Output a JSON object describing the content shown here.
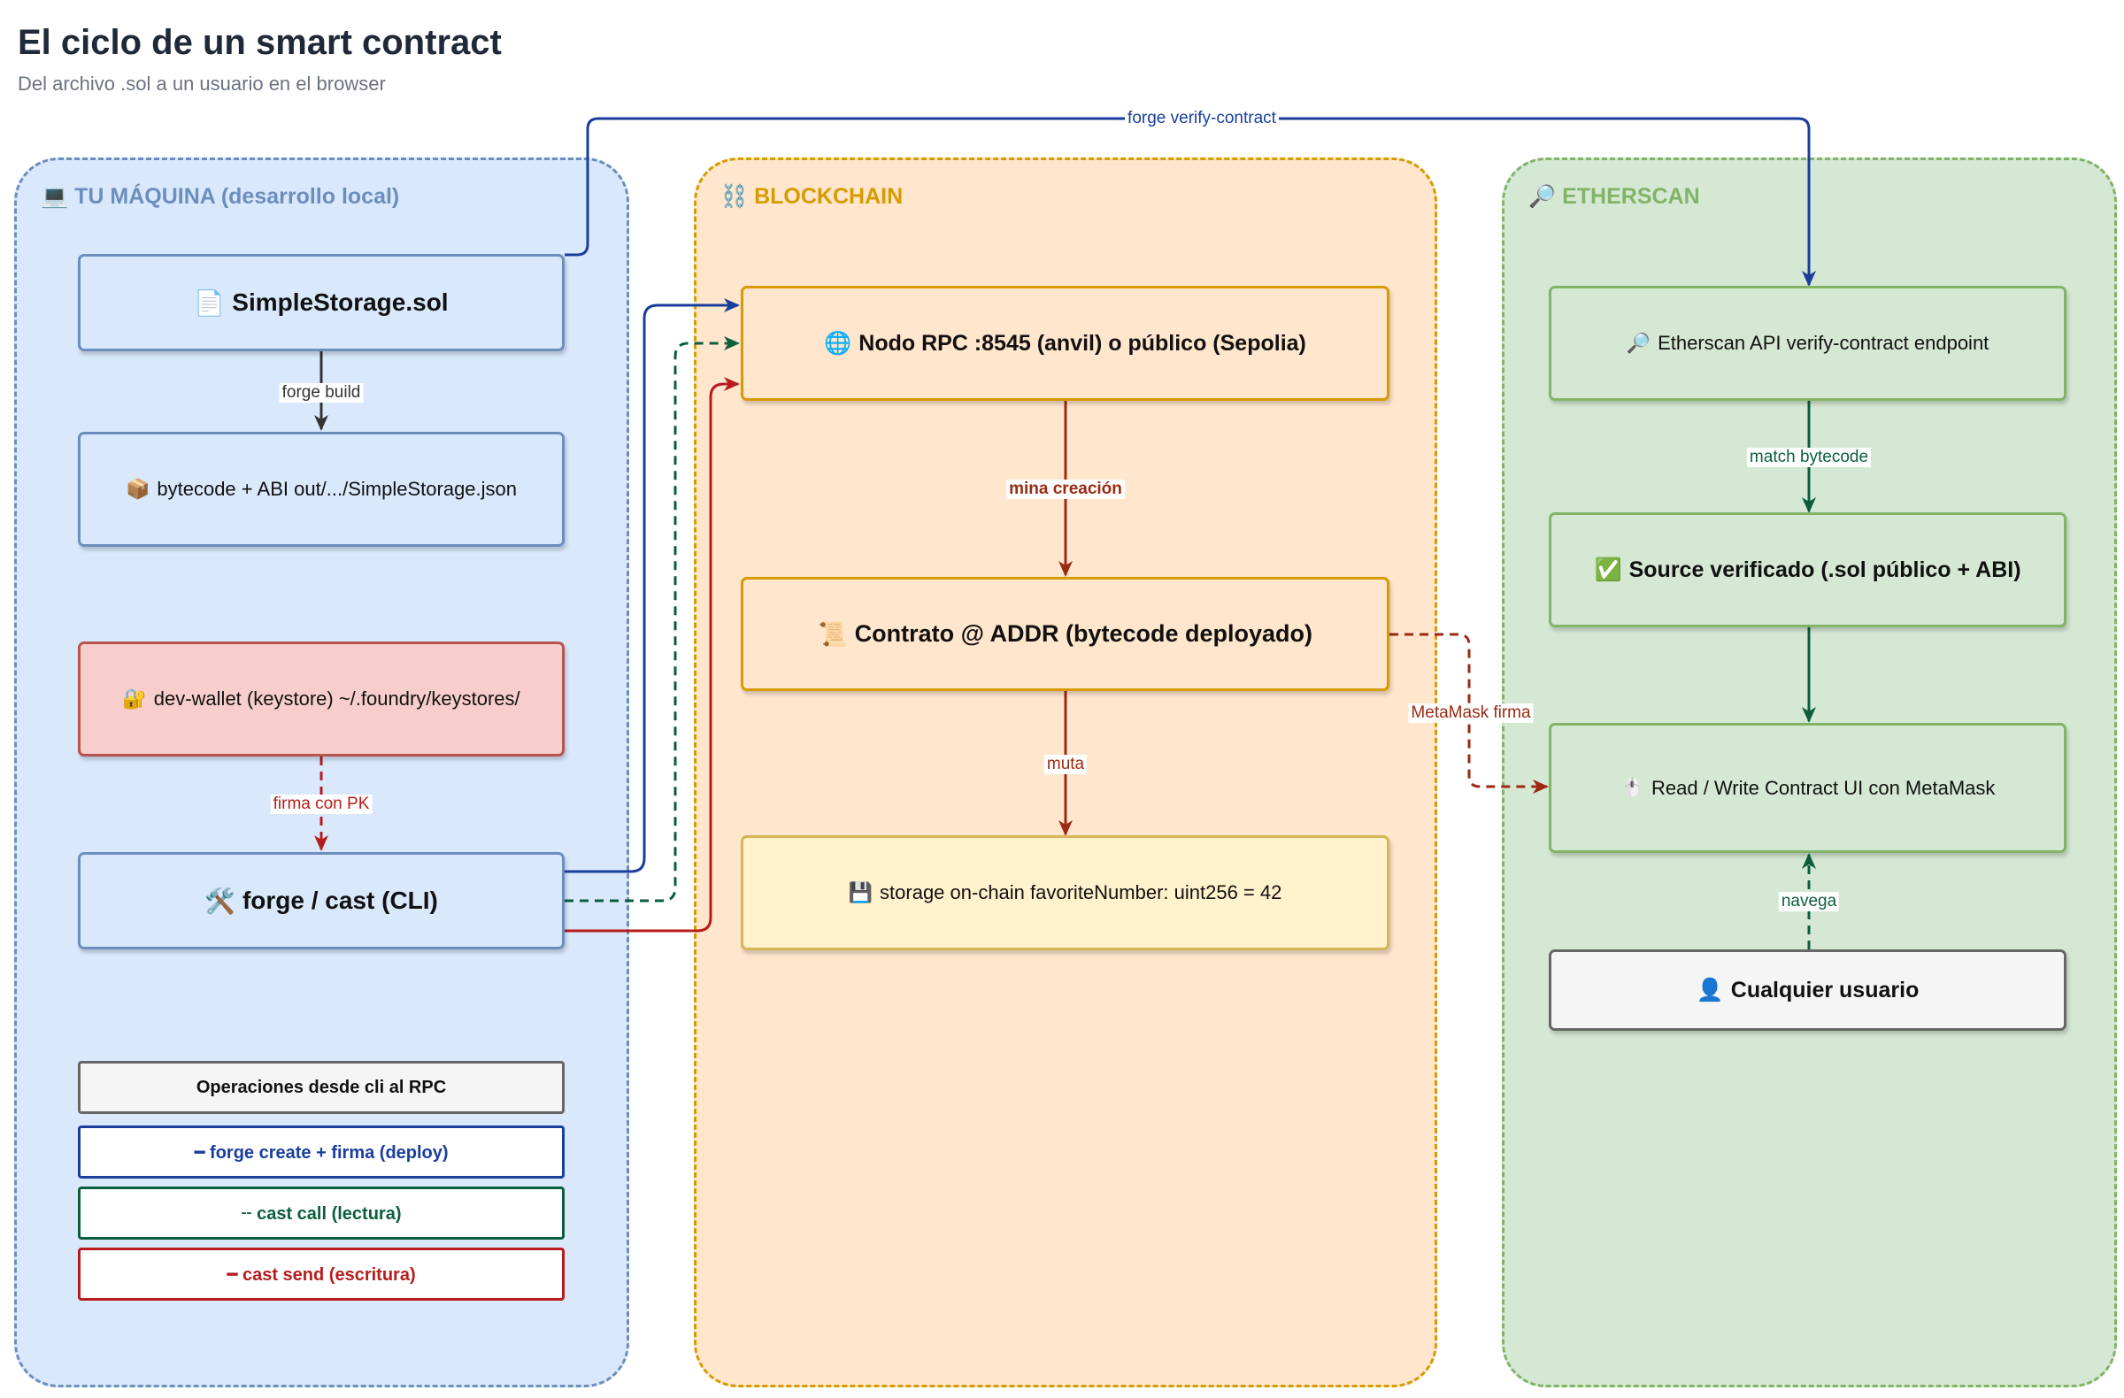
{
  "header": {
    "title": "El ciclo de un smart contract",
    "subtitle": "Del archivo .sol a un usuario en el browser"
  },
  "lanes": {
    "local": {
      "icon": "💻",
      "title": "TU MÁQUINA (desarrollo local)",
      "color": "#6c8ebf",
      "fill": "#dae8fc"
    },
    "chain": {
      "icon": "⛓️",
      "title": "BLOCKCHAIN",
      "color": "#d79b00",
      "fill": "#ffe6cc"
    },
    "scan": {
      "icon": "🔎",
      "title": "ETHERSCAN",
      "color": "#82b366",
      "fill": "#d5e8d4"
    }
  },
  "nodes": {
    "sol": {
      "icon": "📄",
      "text": "SimpleStorage.sol"
    },
    "bytecode": {
      "icon": "📦",
      "text": "bytecode + ABI out/.../SimpleStorage.json"
    },
    "wallet": {
      "icon": "🔐",
      "text": "dev-wallet (keystore) ~/.foundry/keystores/"
    },
    "cli": {
      "icon": "🛠️",
      "text": "forge / cast (CLI)"
    },
    "rpc": {
      "icon": "🌐",
      "text": "Nodo RPC :8545 (anvil) o público (Sepolia)"
    },
    "contract": {
      "icon": "📜",
      "text": "Contrato @ ADDR (bytecode deployado)"
    },
    "storage": {
      "icon": "💾",
      "text": "storage on-chain favoriteNumber: uint256 = 42"
    },
    "api": {
      "icon": "🔎",
      "text": "Etherscan API verify-contract endpoint"
    },
    "verified": {
      "icon": "✅",
      "text": "Source verificado (.sol público + ABI)"
    },
    "ui": {
      "icon": "🖱️",
      "text": "Read / Write Contract UI con MetaMask"
    },
    "user": {
      "icon": "👤",
      "text": "Cualquier usuario"
    }
  },
  "legend": {
    "title": "Operaciones desde cli al RPC",
    "items": [
      {
        "text": "━ forge create + firma (deploy)",
        "color": "#1a3e9c"
      },
      {
        "text": "╌ cast call (lectura)",
        "color": "#0b5e3c"
      },
      {
        "text": "━ cast send (escritura)",
        "color": "#b71c1c"
      }
    ]
  },
  "edges": {
    "forge_build": "forge build",
    "firma_pk": "firma con PK",
    "mina": "mina creación",
    "muta": "muta",
    "verify": "forge verify-contract",
    "match": "match bytecode",
    "metamask": "MetaMask firma",
    "navega": "navega"
  },
  "colors": {
    "deploy": "#1a3e9c",
    "read": "#0b5e3c",
    "write": "#b71c1c",
    "chain_arrow": "#9a2a12",
    "dark": "#333333"
  }
}
